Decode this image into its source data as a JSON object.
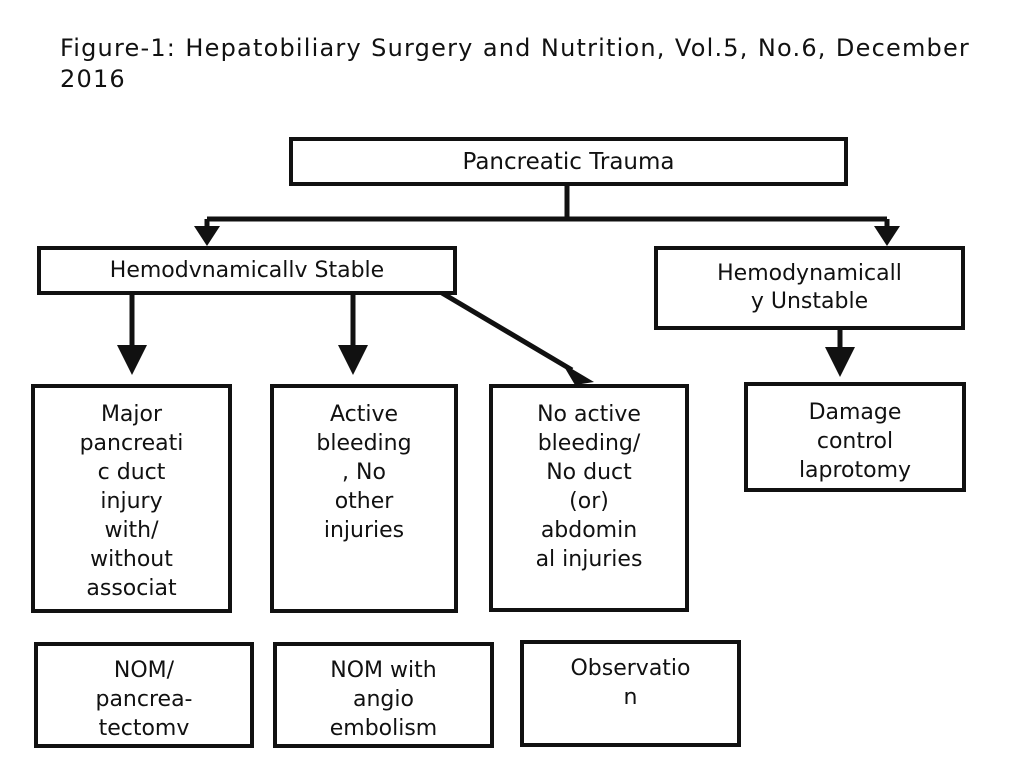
{
  "caption": "Figure-1: Hepatobiliary Surgery and Nutrition, Vol.5, No.6, December 2016",
  "nodes": {
    "root": "Pancreatic Trauma",
    "stable": "Hemodvnamicallv Stable",
    "unstable": "Hemodynamicall\ny Unstable",
    "major_duct": "Major\npancreati\nc duct\ninjury\nwith/\nwithout\nassociat",
    "active_bleeding": "Active\nbleeding\n, No\nother\ninjuries",
    "no_active": "No active\nbleeding/\nNo duct\n(or)\nabdomin\nal injuries",
    "damage_control": "Damage\ncontrol\nlaprotomy",
    "nom_pancreatectomy": "NOM/\npancrea-\ntectomv",
    "nom_angio": "NOM with\nangio\nembolism",
    "observation": "Observatio\nn"
  }
}
